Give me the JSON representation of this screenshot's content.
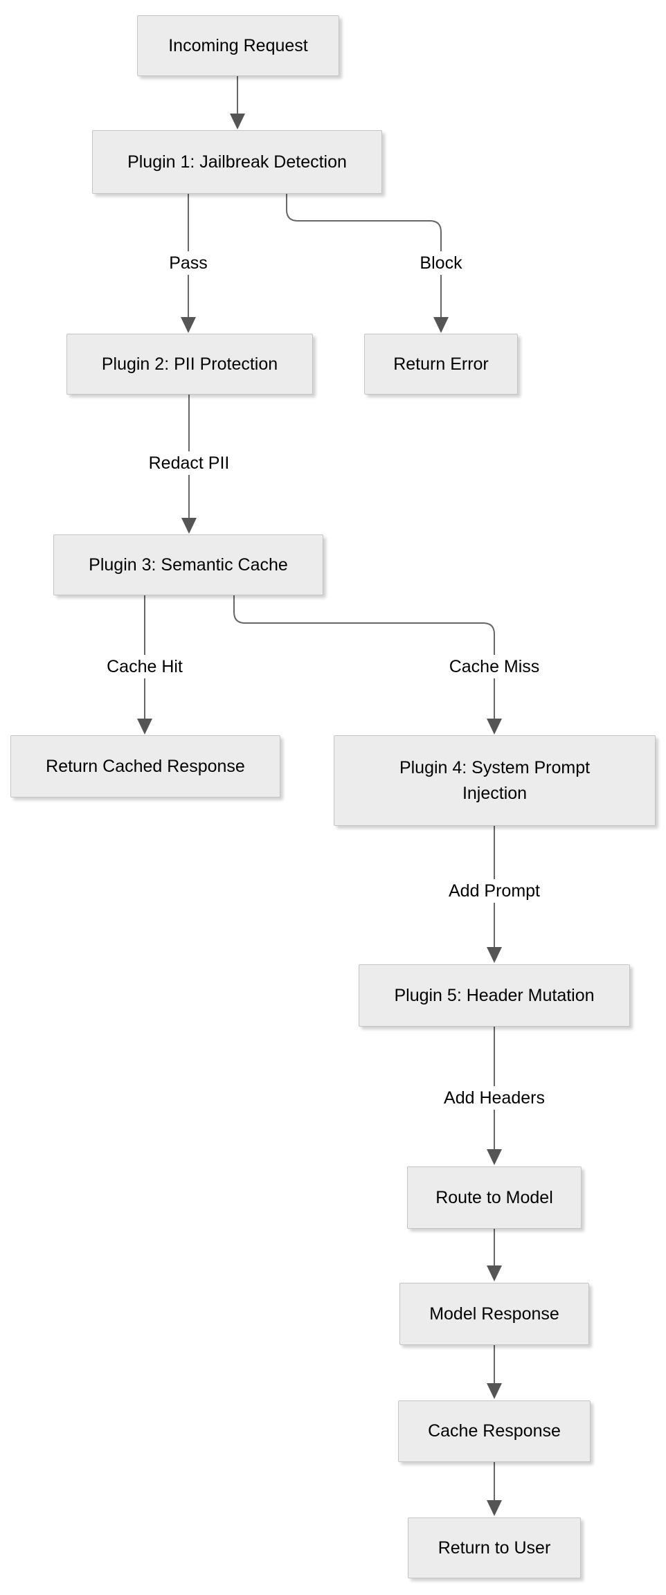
{
  "diagram": {
    "type": "flowchart",
    "direction": "top-down",
    "colors": {
      "background": "#ffffff",
      "node_fill": "#ececec",
      "node_border": "#c4c4c4",
      "node_text": "#000000",
      "edge_line": "#666666",
      "arrowhead": "#555555",
      "edge_label_background": "#ffffff"
    },
    "nodes": [
      {
        "id": "incoming_request",
        "label": "Incoming Request"
      },
      {
        "id": "plugin1_jailbreak_detection",
        "label": "Plugin 1: Jailbreak Detection"
      },
      {
        "id": "plugin2_pii_protection",
        "label": "Plugin 2: PII Protection"
      },
      {
        "id": "return_error",
        "label": "Return Error"
      },
      {
        "id": "plugin3_semantic_cache",
        "label": "Plugin 3: Semantic Cache"
      },
      {
        "id": "return_cached_response",
        "label": "Return Cached Response"
      },
      {
        "id": "plugin4_system_prompt_injection",
        "label": "Plugin 4: System Prompt Injection"
      },
      {
        "id": "plugin5_header_mutation",
        "label": "Plugin 5: Header Mutation"
      },
      {
        "id": "route_to_model",
        "label": "Route to Model"
      },
      {
        "id": "model_response",
        "label": "Model Response"
      },
      {
        "id": "cache_response",
        "label": "Cache Response"
      },
      {
        "id": "return_to_user",
        "label": "Return to User"
      }
    ],
    "edges": [
      {
        "from": "incoming_request",
        "to": "plugin1_jailbreak_detection",
        "label": ""
      },
      {
        "from": "plugin1_jailbreak_detection",
        "to": "plugin2_pii_protection",
        "label": "Pass"
      },
      {
        "from": "plugin1_jailbreak_detection",
        "to": "return_error",
        "label": "Block"
      },
      {
        "from": "plugin2_pii_protection",
        "to": "plugin3_semantic_cache",
        "label": "Redact PII"
      },
      {
        "from": "plugin3_semantic_cache",
        "to": "return_cached_response",
        "label": "Cache Hit"
      },
      {
        "from": "plugin3_semantic_cache",
        "to": "plugin4_system_prompt_injection",
        "label": "Cache Miss"
      },
      {
        "from": "plugin4_system_prompt_injection",
        "to": "plugin5_header_mutation",
        "label": "Add Prompt"
      },
      {
        "from": "plugin5_header_mutation",
        "to": "route_to_model",
        "label": "Add Headers"
      },
      {
        "from": "route_to_model",
        "to": "model_response",
        "label": ""
      },
      {
        "from": "model_response",
        "to": "cache_response",
        "label": ""
      },
      {
        "from": "cache_response",
        "to": "return_to_user",
        "label": ""
      }
    ]
  }
}
